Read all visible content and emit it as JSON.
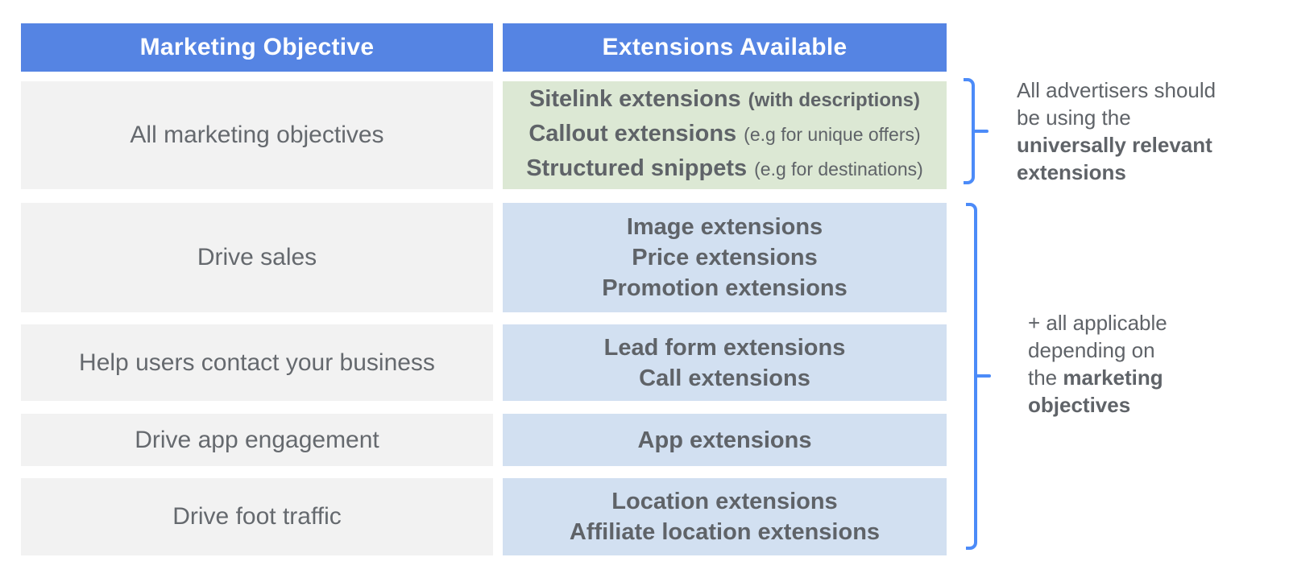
{
  "table": {
    "header": {
      "objective": "Marketing Objective",
      "extensions": "Extensions Available"
    },
    "rows": [
      {
        "objective": "All marketing objectives",
        "extensions": [
          {
            "main": "Sitelink extensions",
            "note": "(with descriptions)"
          },
          {
            "main": "Callout extensions",
            "note": "(e.g for unique offers)"
          },
          {
            "main": "Structured snippets",
            "note": "(e.g for destinations)"
          }
        ]
      },
      {
        "objective": "Drive sales",
        "extensions": [
          {
            "main": "Image extensions"
          },
          {
            "main": "Price extensions"
          },
          {
            "main": "Promotion extensions"
          }
        ]
      },
      {
        "objective": "Help users contact your business",
        "extensions": [
          {
            "main": "Lead form extensions"
          },
          {
            "main": "Call extensions"
          }
        ]
      },
      {
        "objective": "Drive app engagement",
        "extensions": [
          {
            "main": "App extensions"
          }
        ]
      },
      {
        "objective": "Drive foot traffic",
        "extensions": [
          {
            "main": "Location extensions"
          },
          {
            "main": "Affiliate location extensions"
          }
        ]
      }
    ]
  },
  "annotations": {
    "universal": {
      "lines": [
        {
          "plain": "All advertisers should"
        },
        {
          "plain": "be using the"
        },
        {
          "bold": "universally relevant"
        },
        {
          "bold": "extensions"
        }
      ]
    },
    "applicable": {
      "lines": [
        {
          "plain": "+ all applicable"
        },
        {
          "plain": "depending on"
        },
        {
          "plain": "the ",
          "bold": "marketing"
        },
        {
          "bold": "objectives"
        }
      ]
    }
  },
  "colors": {
    "header_bg": "#5584e3",
    "green_bg": "#dce8d4",
    "blue_bg": "#d2e0f1",
    "gray_bg": "#f2f2f2",
    "bracket": "#4c8bf8",
    "text_dark": "#5f6368",
    "text_medium": "#65696e",
    "header_text": "#ffffff"
  }
}
